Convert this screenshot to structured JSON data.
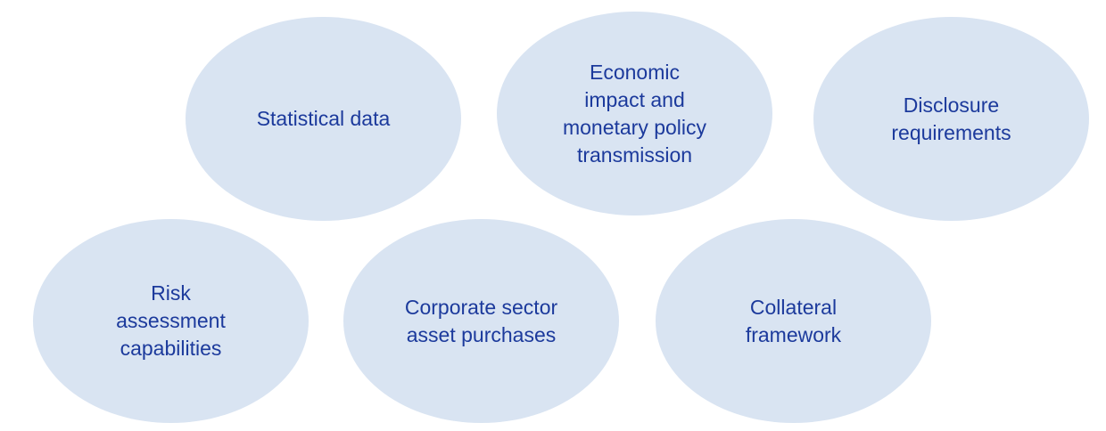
{
  "diagram": {
    "fill_color": "#d9e4f2",
    "text_color": "#1c3a9c",
    "items": [
      {
        "label": "Statistical data"
      },
      {
        "label": "Economic\nimpact and\nmonetary policy\ntransmission"
      },
      {
        "label": "Disclosure\nrequirements"
      },
      {
        "label": "Risk\nassessment\ncapabilities"
      },
      {
        "label": "Corporate sector\nasset purchases"
      },
      {
        "label": "Collateral\nframework"
      }
    ]
  }
}
